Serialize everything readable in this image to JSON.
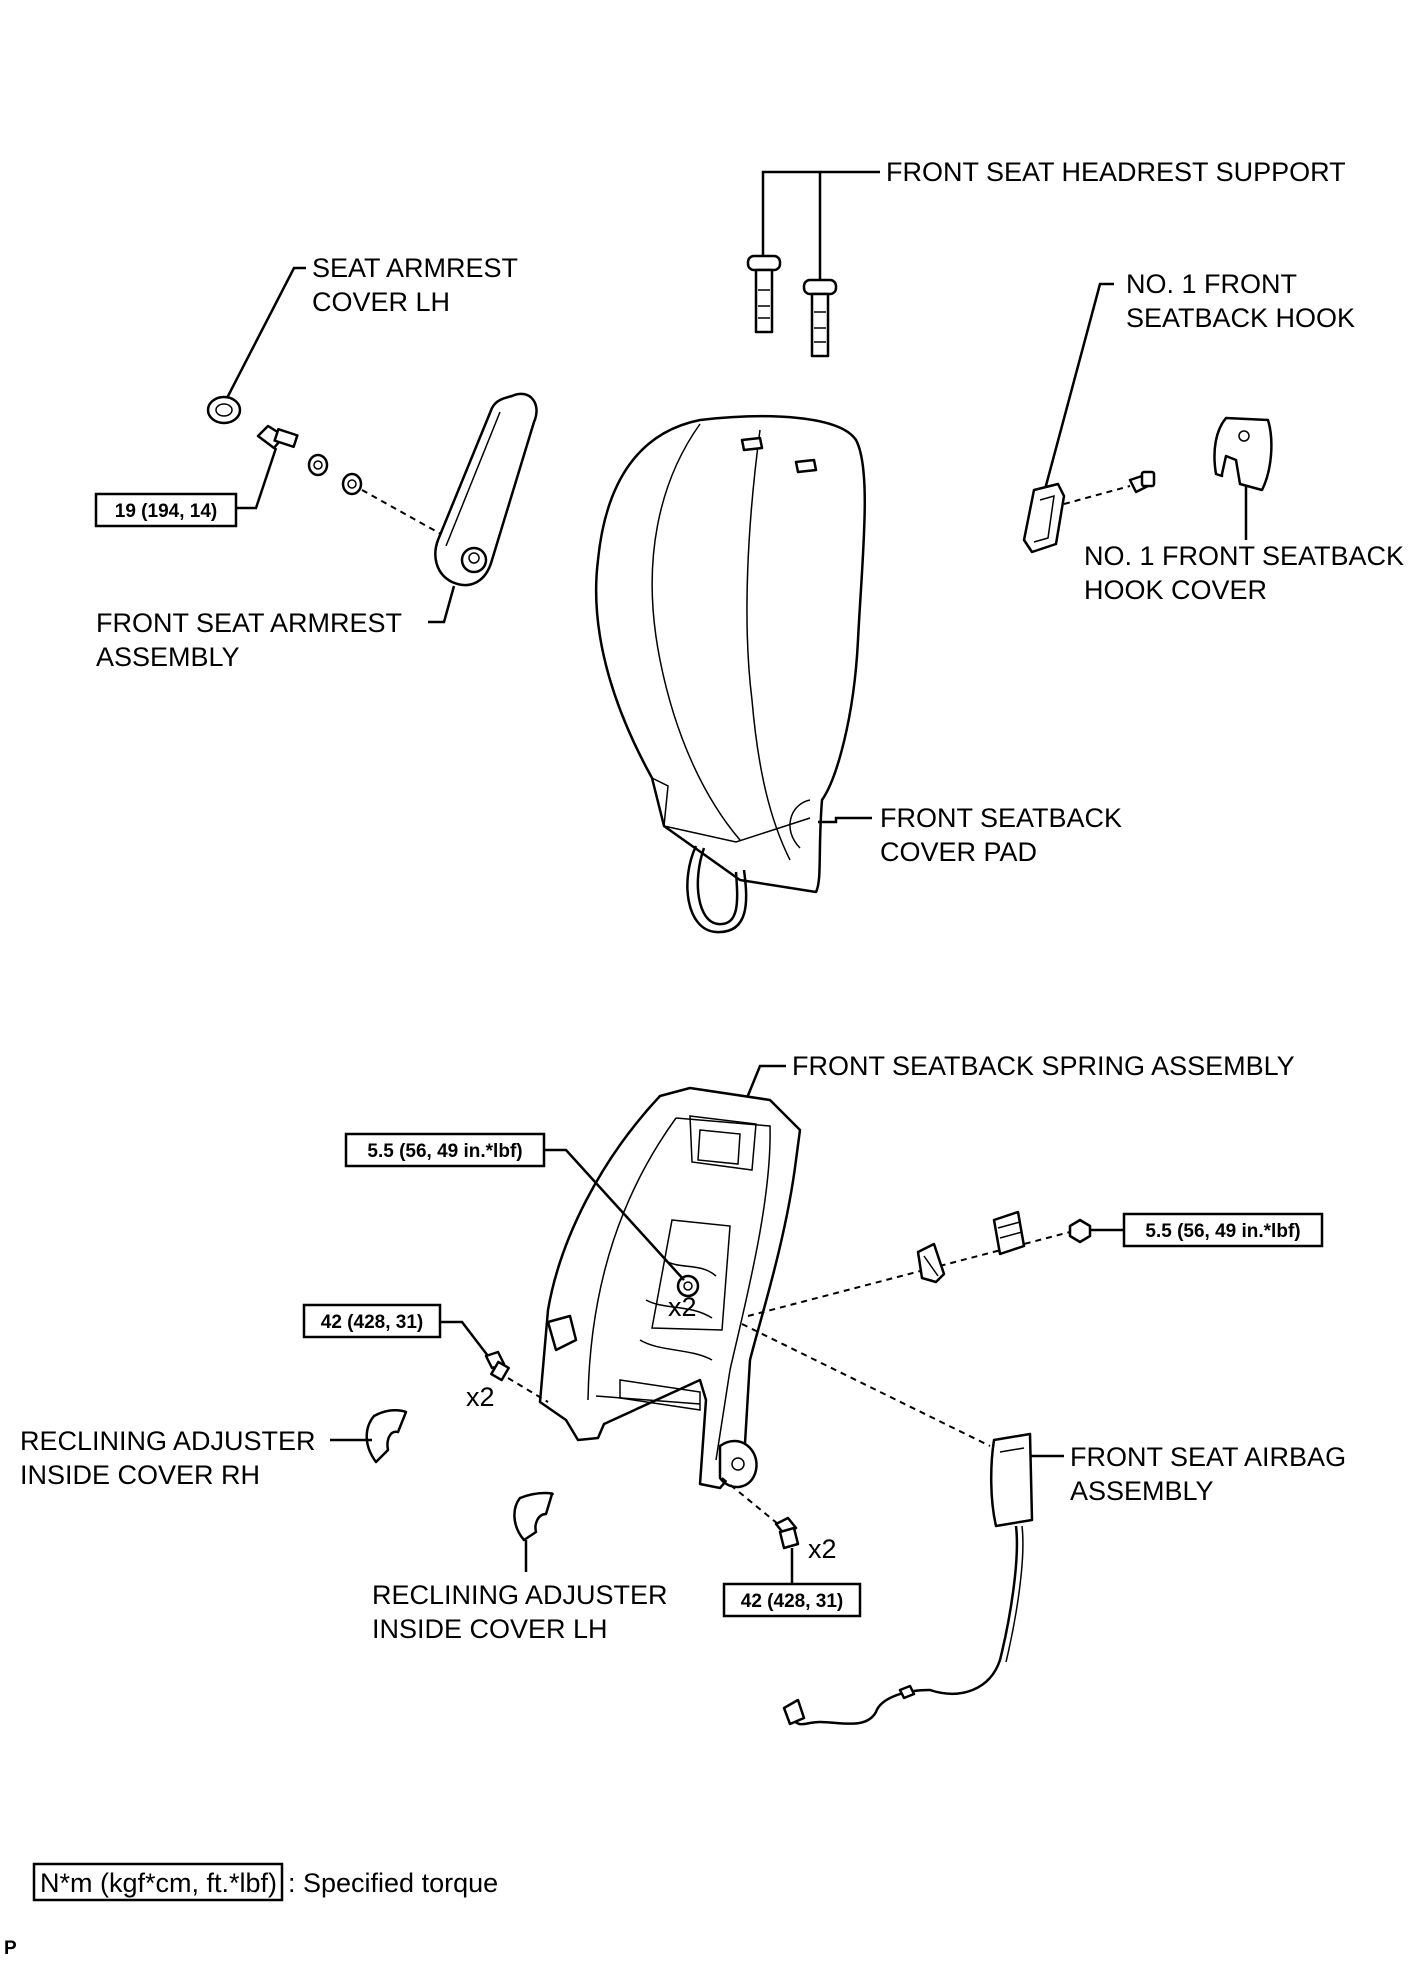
{
  "labels": {
    "headrest_support": "FRONT SEAT HEADREST SUPPORT",
    "armrest_cover_line1": "SEAT ARMREST",
    "armrest_cover_line2": "COVER LH",
    "seatback_hook_line1": "NO. 1 FRONT",
    "seatback_hook_line2": "SEATBACK HOOK",
    "hook_cover_line1": "NO. 1 FRONT SEATBACK",
    "hook_cover_line2": "HOOK COVER",
    "armrest_assembly_line1": "FRONT SEAT ARMREST",
    "armrest_assembly_line2": "ASSEMBLY",
    "cover_pad_line1": "FRONT SEATBACK",
    "cover_pad_line2": "COVER PAD",
    "spring_assembly": "FRONT SEATBACK SPRING ASSEMBLY",
    "airbag_line1": "FRONT SEAT AIRBAG",
    "airbag_line2": "ASSEMBLY",
    "cover_rh_line1": "RECLINING ADJUSTER",
    "cover_rh_line2": "INSIDE COVER RH",
    "cover_lh_line1": "RECLINING ADJUSTER",
    "cover_lh_line2": "INSIDE COVER LH"
  },
  "torques": {
    "armrest_bolt": "19 (194, 14)",
    "frame_nut": "5.5 (56, 49 in.*lbf)",
    "airbag_nut": "5.5 (56, 49 in.*lbf)",
    "recliner_bolt_left": "42 (428, 31)",
    "recliner_bolt_right": "42 (428, 31)"
  },
  "quantities": {
    "frame_nut": "x2",
    "recliner_bolt_left": "x2",
    "recliner_bolt_right": "x2"
  },
  "legend": {
    "box_text": "N*m (kgf*cm, ft.*lbf)",
    "description": ": Specified torque"
  },
  "corner_mark": "P"
}
